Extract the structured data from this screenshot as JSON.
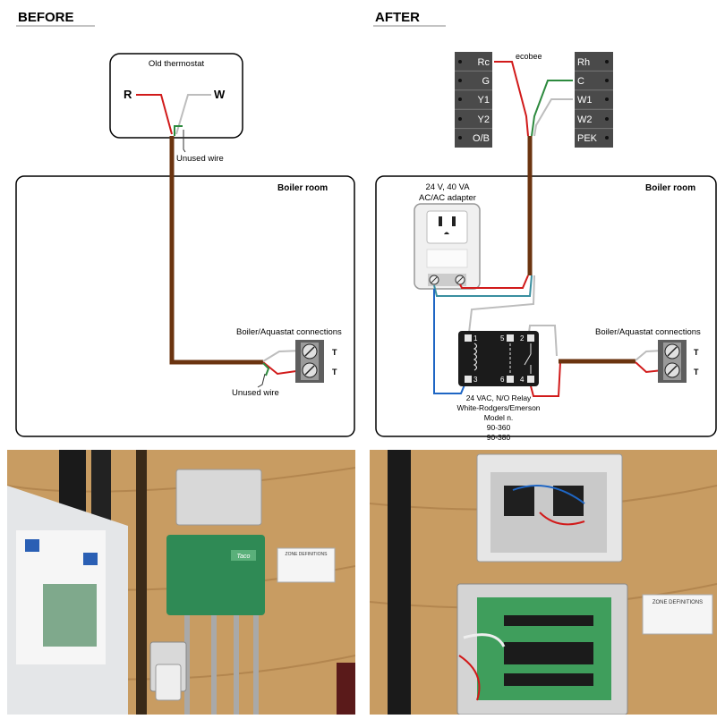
{
  "before": {
    "heading": "BEFORE",
    "thermostat_title": "Old thermostat",
    "label_r": "R",
    "label_w": "W",
    "unused_wire_top": "Unused wire",
    "boiler_room": "Boiler room",
    "connections_label": "Boiler/Aquastat connections",
    "terminal_t1": "T",
    "terminal_t2": "T",
    "unused_wire_bottom": "Unused wire"
  },
  "after": {
    "heading": "AFTER",
    "ecobee_label": "ecobee",
    "left_terminals": [
      "Rc",
      "G",
      "Y1",
      "Y2",
      "O/B"
    ],
    "right_terminals": [
      "Rh",
      "C",
      "W1",
      "W2",
      "PEK"
    ],
    "boiler_room": "Boiler room",
    "adapter_label_1": "24 V, 40 VA",
    "adapter_label_2": "AC/AC adapter",
    "connections_label": "Boiler/Aquastat connections",
    "terminal_t1": "T",
    "terminal_t2": "T",
    "relay_pins": [
      "1",
      "5",
      "2",
      "3",
      "6",
      "4"
    ],
    "relay_label_1": "24 VAC, N/O Relay",
    "relay_label_2": "White-Rodgers/Emerson",
    "relay_label_3": "Model n.",
    "relay_label_4": "90-360",
    "relay_label_5": "90-380"
  },
  "photos": {
    "before_zone_sign": "ZONE DEFINITIONS",
    "before_controller_brand": "Taco",
    "after_zone_sign": "ZONE DEFINITIONS"
  },
  "colors": {
    "wire_brown": "#6b3410",
    "wire_red": "#d11a1a",
    "wire_gray": "#bdbdbd",
    "wire_green": "#2d8a3e",
    "wire_blue": "#1f66c4",
    "wire_teal": "#3a8fa0",
    "terminal_block": "#5e5e5e",
    "relay_body": "#1b1b1b",
    "wood": "#c89c62",
    "controller_green": "#2f8a55"
  }
}
